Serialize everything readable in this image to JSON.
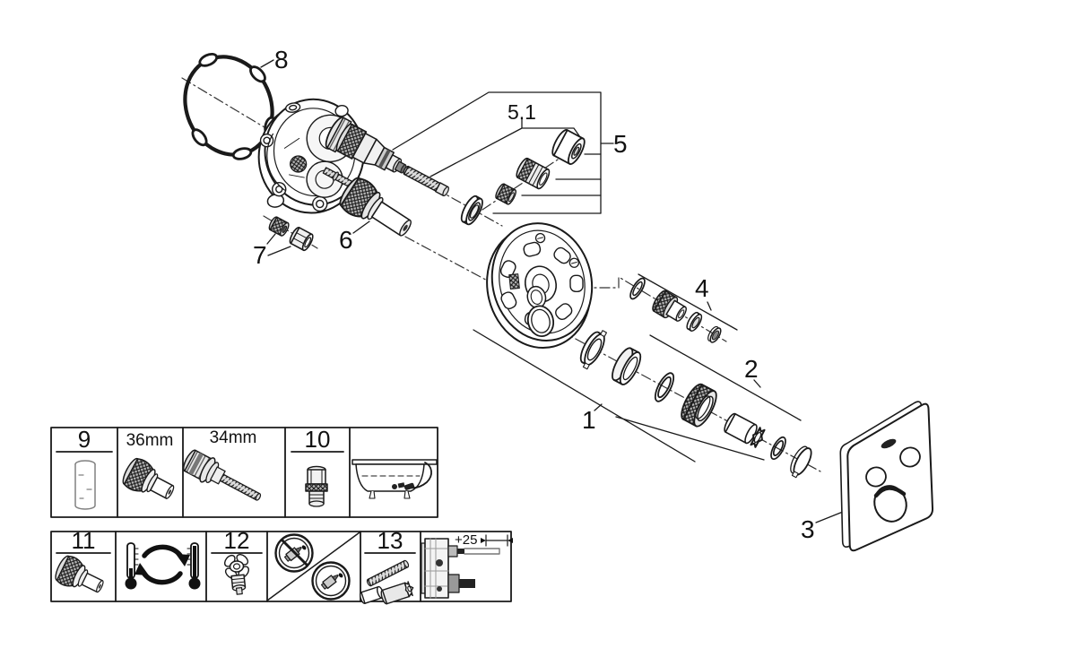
{
  "colors": {
    "ink": "#1a1a1a",
    "background": "#ffffff"
  },
  "exploded": {
    "callouts": {
      "c1": "1",
      "c2": "2",
      "c3": "3",
      "c4": "4",
      "c5": "5",
      "c5sub": "5.1",
      "c6": "6",
      "c7": "7",
      "c8": "8"
    }
  },
  "spares": {
    "box9": "9",
    "box10": "10",
    "box11": "11",
    "box12": "12",
    "box13": "13",
    "cartridge_36": "36mm",
    "cartridge_34": "34mm",
    "extension_offset": "+25"
  }
}
